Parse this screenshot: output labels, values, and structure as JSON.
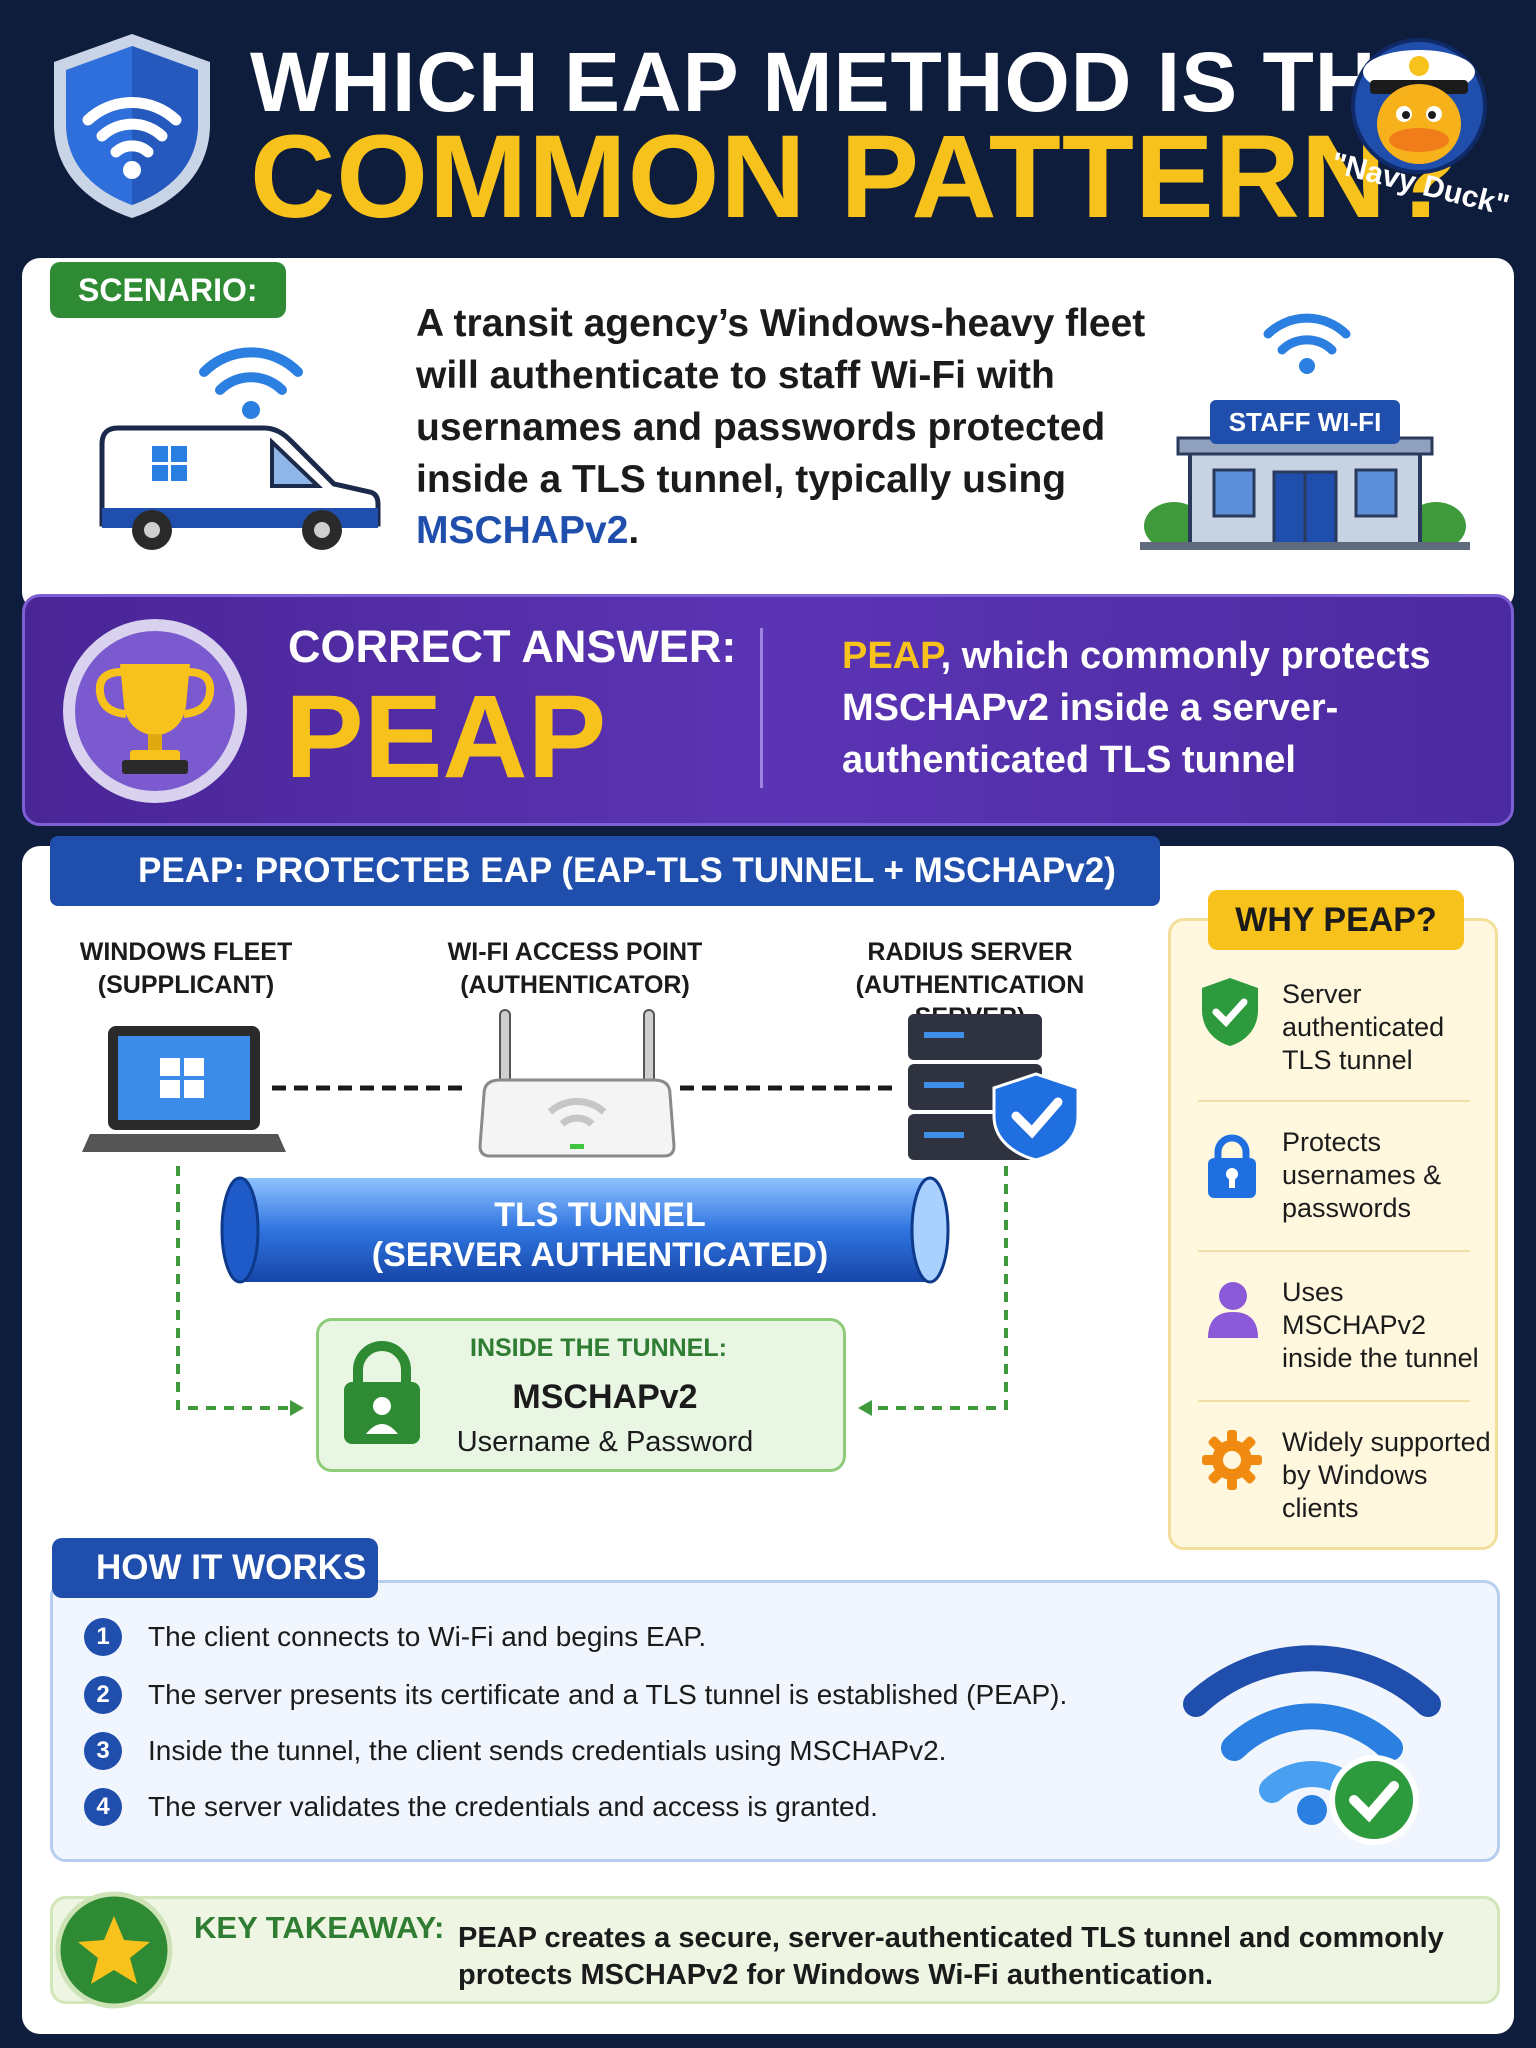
{
  "header": {
    "title_line1": "WHICH EAP METHOD IS THIS",
    "title_line2": "COMMON PATTERN?",
    "mascot_label": "\"Navy Duck\""
  },
  "scenario": {
    "tag": "SCENARIO:",
    "text_main": "A transit agency’s Windows-heavy fleet will authenticate to staff Wi-Fi with usernames and passwords protected inside a TLS tunnel, typically using ",
    "text_highlight": "MSCHAPv2",
    "text_end": ".",
    "building_sign": "STAFF WI-FI"
  },
  "answer": {
    "label": "CORRECT ANSWER:",
    "value": "PEAP",
    "desc_highlight": "PEAP",
    "desc_rest": ", which commonly protects MSCHAPv2 inside a server-authenticated TLS tunnel"
  },
  "diagram": {
    "banner": "PEAP: PROTECTEB EAP (EAP-TLS TUNNEL + MSCHAPv2)",
    "nodes": [
      {
        "line1": "WINDOWS FLEET",
        "line2": "(SUPPLICANT)"
      },
      {
        "line1": "WI-FI ACCESS POINT",
        "line2": "(AUTHENTICATOR)"
      },
      {
        "line1": "RADIUS SERVER",
        "line2": "(AUTHENTICATION SERVER)"
      }
    ],
    "tunnel_line1": "TLS TUNNEL",
    "tunnel_line2": "(SERVER AUTHENTICATED)",
    "inside_label": "INSIDE THE TUNNEL:",
    "inside_title": "MSCHAPv2",
    "inside_sub": "Username & Password"
  },
  "why": {
    "title": "WHY PEAP?",
    "items": [
      {
        "icon": "shield-check-icon",
        "text": "Server authenticated TLS tunnel"
      },
      {
        "icon": "lock-icon",
        "text": "Protects usernames & passwords"
      },
      {
        "icon": "user-icon",
        "text": "Uses MSCHAPv2 inside the tunnel"
      },
      {
        "icon": "gear-icon",
        "text": "Widely supported by Windows clients"
      }
    ]
  },
  "how": {
    "title": "HOW IT WORKS",
    "steps": [
      {
        "num": "1",
        "text": "The client connects to Wi-Fi and begins EAP."
      },
      {
        "num": "2",
        "text": "The server presents its certificate and a TLS tunnel is established (PEAP)."
      },
      {
        "num": "3",
        "text": "Inside the tunnel, the client sends credentials using MSCHAPv2."
      },
      {
        "num": "4",
        "text": "The server validates the credentials and access is granted."
      }
    ]
  },
  "takeaway": {
    "label": "KEY TAKEAWAY:",
    "text": "PEAP creates a secure, server-authenticated TLS tunnel and commonly protects MSCHAPv2 for Windows Wi-Fi authentication."
  },
  "colors": {
    "navy_bg": "#0f1d3d",
    "brand_blue": "#1f4eac",
    "gold": "#f7c21b",
    "purple": "#5b34b4",
    "green": "#2e8b34"
  }
}
